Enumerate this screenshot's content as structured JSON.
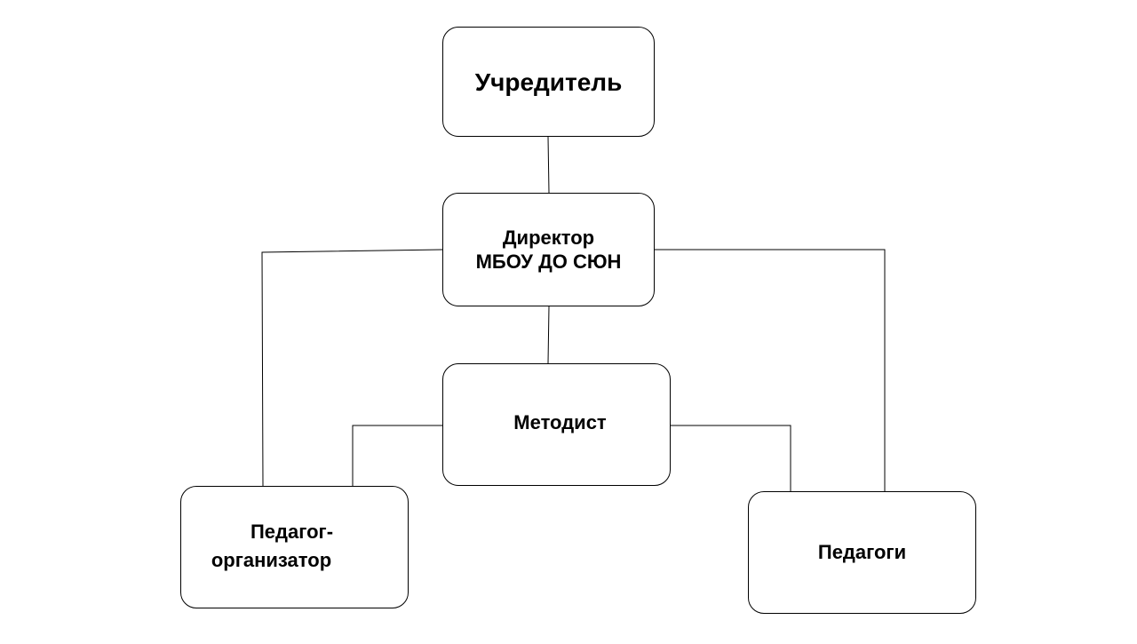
{
  "diagram": {
    "nodes": {
      "founder": {
        "label": "Учредитель"
      },
      "director": {
        "line1": "Директор",
        "line2": "МБОУ ДО СЮН"
      },
      "methodist": {
        "label": "Методист"
      },
      "organizer": {
        "line1": "Педагог-",
        "line2": "организатор"
      },
      "teachers": {
        "label": "Педагоги"
      }
    },
    "connections": [
      {
        "from": "founder",
        "to": "director"
      },
      {
        "from": "director",
        "to": "methodist"
      },
      {
        "from": "director",
        "to": "organizer"
      },
      {
        "from": "director",
        "to": "teachers"
      },
      {
        "from": "methodist",
        "to": "organizer"
      },
      {
        "from": "methodist",
        "to": "teachers"
      }
    ]
  }
}
